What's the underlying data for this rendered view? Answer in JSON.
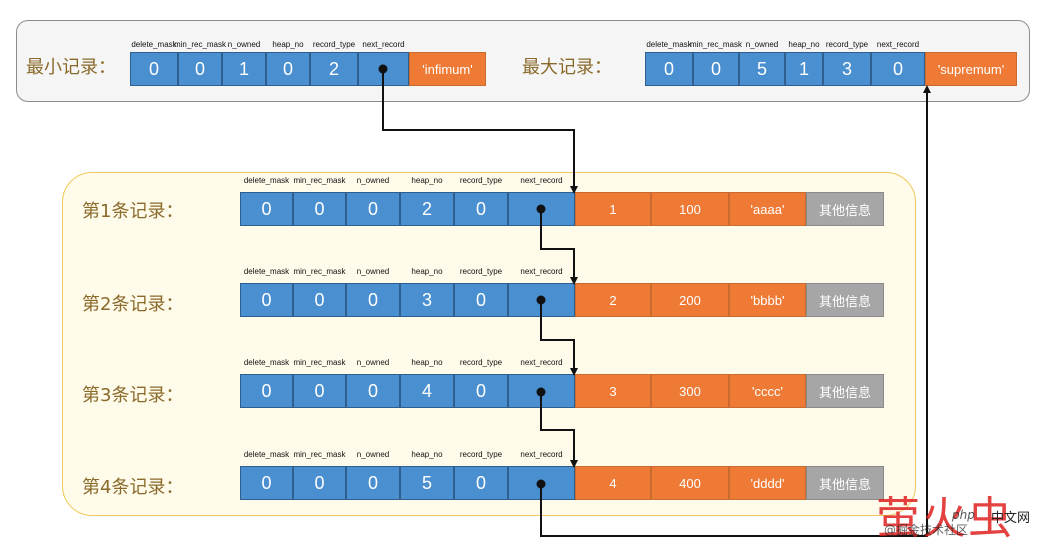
{
  "headers": [
    "delete_mask",
    "min_rec_mask",
    "n_owned",
    "heap_no",
    "record_type",
    "next_record"
  ],
  "infimum": {
    "label": "最小记录：",
    "values": [
      "0",
      "0",
      "1",
      "0",
      "2",
      ""
    ],
    "data": "'infimum'"
  },
  "supremum": {
    "label": "最大记录：",
    "values": [
      "0",
      "0",
      "5",
      "1",
      "3",
      "0"
    ],
    "data": "'supremum'"
  },
  "records": [
    {
      "label": "第1条记录：",
      "values": [
        "0",
        "0",
        "0",
        "2",
        "0",
        ""
      ],
      "data": [
        "1",
        "100",
        "'aaaa'"
      ],
      "other": "其他信息"
    },
    {
      "label": "第2条记录：",
      "values": [
        "0",
        "0",
        "0",
        "3",
        "0",
        ""
      ],
      "data": [
        "2",
        "200",
        "'bbbb'"
      ],
      "other": "其他信息"
    },
    {
      "label": "第3条记录：",
      "values": [
        "0",
        "0",
        "0",
        "4",
        "0",
        ""
      ],
      "data": [
        "3",
        "300",
        "'cccc'"
      ],
      "other": "其他信息"
    },
    {
      "label": "第4条记录：",
      "values": [
        "0",
        "0",
        "0",
        "5",
        "0",
        ""
      ],
      "data": [
        "4",
        "400",
        "'dddd'"
      ],
      "other": "其他信息"
    }
  ],
  "watermark": {
    "brand": "萤火虫",
    "site": "@掘金技术社区",
    "php": "php",
    "cn": "中文网"
  },
  "colors": {
    "header_cell": "#4a8fd0",
    "data_cell": "#ee7a35",
    "other_cell": "#a6a6a6",
    "records_border": "#f0c95a",
    "label_text": "#8a6a2a"
  }
}
